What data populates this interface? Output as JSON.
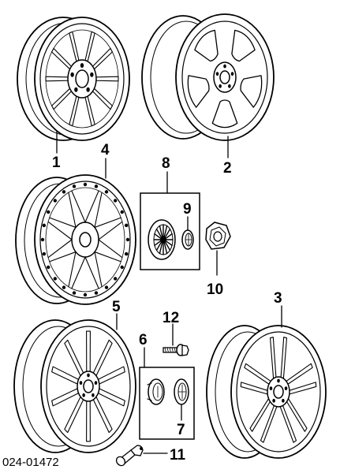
{
  "diagram": {
    "ref_code": "024-01472",
    "callouts": [
      "1",
      "2",
      "3",
      "4",
      "5",
      "6",
      "7",
      "8",
      "9",
      "10",
      "11",
      "12"
    ],
    "parts": {
      "wheel_1": "alloy wheel, cross spoke",
      "wheel_2": "alloy wheel, 5 wide spoke",
      "wheel_3": "alloy wheel, 5 twin spoke",
      "wheel_4": "cross spoke wheel with rim bolts",
      "wheel_5": "alloy wheel, 10 spoke",
      "hub_cap_8": "hub cap set",
      "emblem_9": "hub cap emblem",
      "nut_10": "lug nut",
      "hub_cap_6": "hub cap set",
      "cap_7": "hub cap",
      "valve_11": "tyre valve",
      "bolt_12": "wheel bolt"
    }
  }
}
